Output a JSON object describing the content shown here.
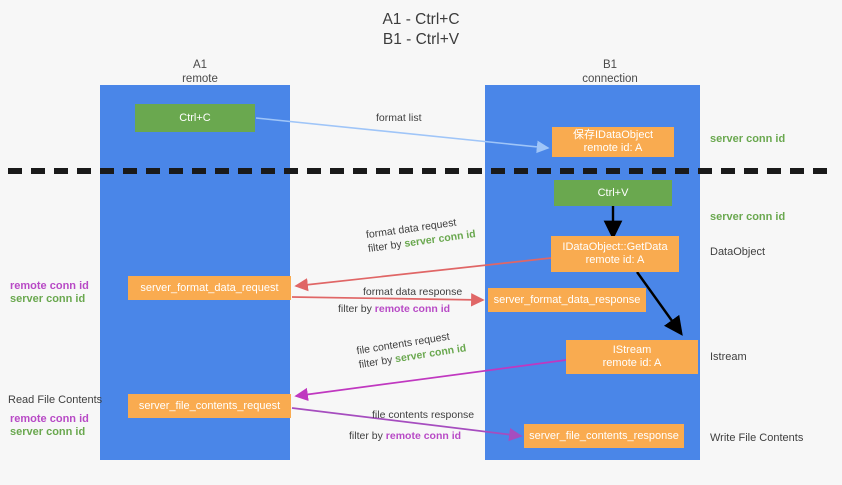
{
  "title": {
    "line1": "A1 - Ctrl+C",
    "line2": "B1 - Ctrl+V"
  },
  "columns": [
    {
      "name": "A1",
      "sub": "remote"
    },
    {
      "name": "B1",
      "sub": "connection"
    }
  ],
  "colors": {
    "lane": "#4a86e8",
    "green_box": "#6aa84f",
    "orange_box": "#f9ab50",
    "green_text": "#6aa84f",
    "purple_text": "#b84ac6",
    "blue_arrow": "#9fc5f8",
    "red_arrow": "#e06666",
    "magenta_arrow": "#c038c0",
    "purple_arrow": "#a64dbf",
    "black_arrow": "#000000",
    "background": "#f7f7f7"
  },
  "nodes": {
    "ctrl_c": {
      "line1": "Ctrl+C",
      "line2": ""
    },
    "save_dataobject": {
      "line1": "保存IDataObject",
      "line2": "remote id: A"
    },
    "ctrl_v": {
      "line1": "Ctrl+V",
      "line2": ""
    },
    "getdata": {
      "line1": "IDataObject::GetData",
      "line2": "remote id: A"
    },
    "istream": {
      "line1": "IStream",
      "line2": "remote id: A"
    },
    "server_format_data_request": {
      "line1": "server_format_data_request",
      "line2": ""
    },
    "server_format_data_response": {
      "line1": "server_format_data_response",
      "line2": ""
    },
    "server_file_contents_request": {
      "line1": "server_file_contents_request",
      "line2": ""
    },
    "server_file_contents_response": {
      "line1": "server_file_contents_response",
      "line2": ""
    }
  },
  "edge_labels": {
    "format_list": "format list",
    "format_data_request": "format data request",
    "format_data_request_filter_prefix": "filter by ",
    "format_data_request_filter_value": "server conn id",
    "format_data_response": "format data response",
    "format_data_response_filter_prefix": "filter by ",
    "format_data_response_filter_value": "remote conn id",
    "file_contents_request": "file contents request",
    "file_contents_request_filter_prefix": "filter by ",
    "file_contents_request_filter_value": "server conn id",
    "file_contents_response": "file contents response",
    "file_contents_response_filter_prefix": "filter by ",
    "file_contents_response_filter_value": "remote conn id"
  },
  "right_labels": {
    "server_conn_id_top": "server conn id",
    "server_conn_id_mid": "server conn id",
    "dataobject": "DataObject",
    "istream": "Istream",
    "write_file_contents": "Write File Contents"
  },
  "left_labels": {
    "remote_conn_id_1": "remote conn id",
    "server_conn_id_1": "server conn id",
    "read_file_contents": "Read File Contents",
    "remote_conn_id_2": "remote conn id",
    "server_conn_id_2": "server conn id"
  }
}
